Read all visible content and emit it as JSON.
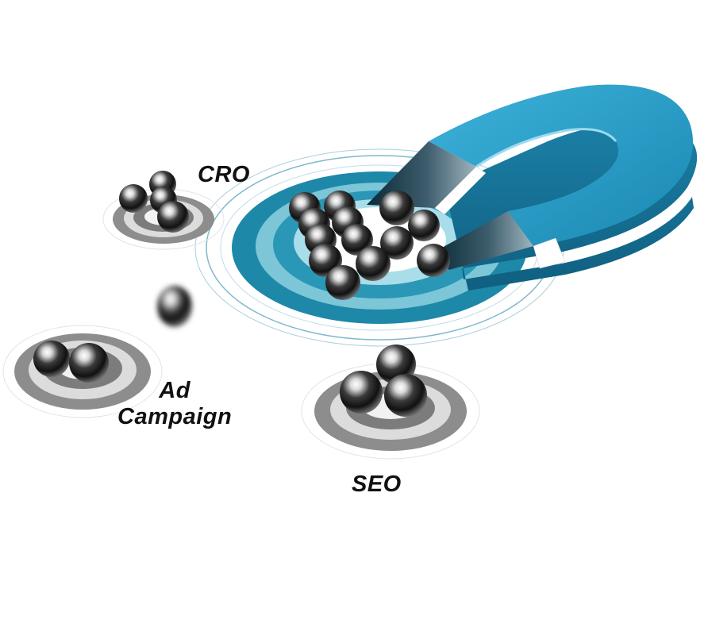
{
  "labels": {
    "cro": "CRO",
    "ad_line1": "Ad",
    "ad_line2": "Campaign",
    "seo": "SEO"
  },
  "colors": {
    "magnet_blue": "#1a8fb8",
    "target_teal": "#1e88a8",
    "target_grey": "#8a8a8a",
    "ball_chrome": "#2b2b2b",
    "text": "#111111"
  },
  "icons": {
    "magnet": "horseshoe-magnet-icon",
    "ball": "chrome-ball-icon"
  }
}
